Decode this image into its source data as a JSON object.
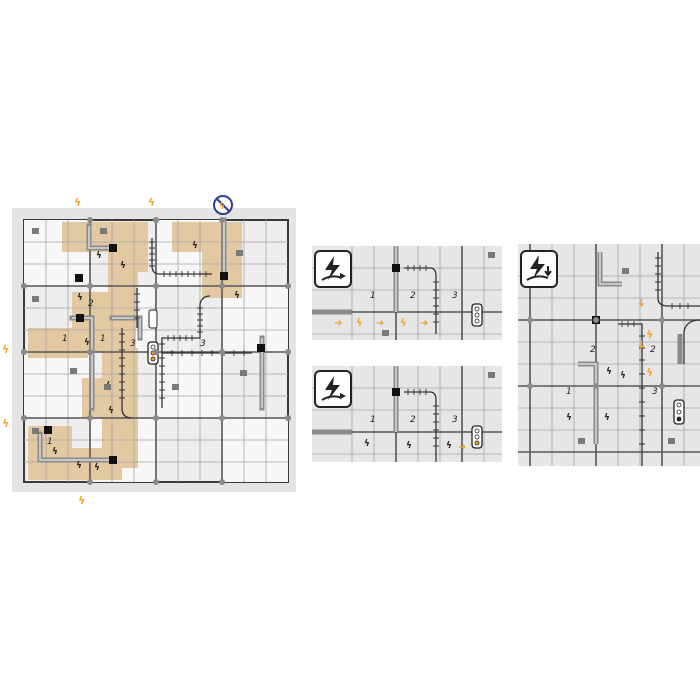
{
  "colors": {
    "paper": "#e7e7e7",
    "paper_dark": "#dcdcdc",
    "cell_light": "#f3f3f3",
    "grid_line": "#9a9a9a",
    "border": "#3a3a3a",
    "road": "#8c8c8c",
    "road_dark": "#5a5a5a",
    "highlight": "#e2c9a2",
    "accent_orange": "#f4a42a",
    "forbidden_blue": "#2e3f8f"
  },
  "main_board": {
    "labels": {
      "num_1a": "1",
      "num_1b": "1",
      "num_1c": "1",
      "num_2": "2",
      "num_3a": "3",
      "num_3b": "3"
    },
    "highlighted_regions": 3
  },
  "example_top": {
    "icon": "power-right-icon",
    "labels": {
      "num_1": "1",
      "num_2": "2",
      "num_3": "3"
    },
    "arrow_count": 5
  },
  "example_bottom": {
    "icon": "power-right-icon",
    "labels": {
      "num_1": "1",
      "num_2": "2",
      "num_3": "3"
    },
    "arrow_count": 1
  },
  "example_right": {
    "icon": "power-down-icon",
    "labels": {
      "num_1": "1",
      "num_2a": "2",
      "num_2b": "2",
      "num_3": "3"
    },
    "arrow_count": 4
  }
}
